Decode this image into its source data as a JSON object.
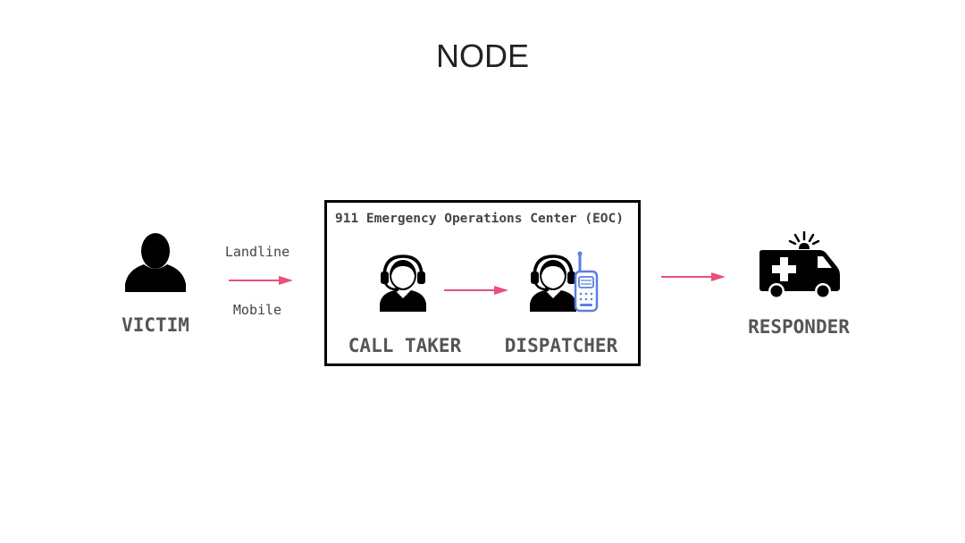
{
  "title": "NODE",
  "victim": {
    "label": "VICTIM",
    "icon": "person-icon"
  },
  "channels": {
    "top": "Landline",
    "bottom": "Mobile"
  },
  "eoc": {
    "title": "911 Emergency Operations Center (EOC)",
    "call_taker": {
      "label": "CALL TAKER",
      "icon": "headset-operator-icon"
    },
    "dispatcher": {
      "label": "DISPATCHER",
      "icon": "headset-operator-radio-icon"
    }
  },
  "responder": {
    "label": "RESPONDER",
    "icon": "ambulance-icon"
  },
  "colors": {
    "arrow": "#e8507a",
    "radio": "#5b7fe0",
    "icon": "#000000",
    "label": "#555555"
  }
}
